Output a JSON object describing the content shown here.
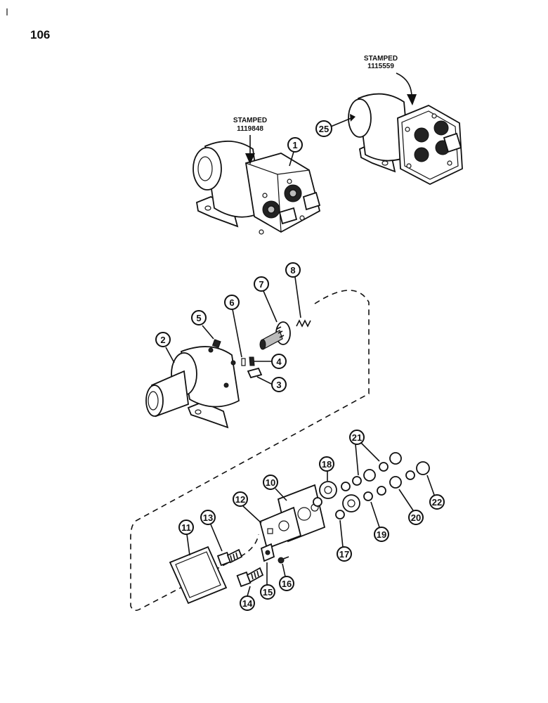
{
  "page": {
    "number": "106",
    "margin_mark": "|"
  },
  "stamps": [
    {
      "id": "stamp-1119848",
      "label": "STAMPED",
      "code": "1119848"
    },
    {
      "id": "stamp-1115559",
      "label": "STAMPED",
      "code": "1115559"
    }
  ],
  "callouts": [
    {
      "id": "1",
      "number": "1"
    },
    {
      "id": "2",
      "number": "2"
    },
    {
      "id": "3",
      "number": "3"
    },
    {
      "id": "4",
      "number": "4"
    },
    {
      "id": "5",
      "number": "5"
    },
    {
      "id": "6",
      "number": "6"
    },
    {
      "id": "7",
      "number": "7"
    },
    {
      "id": "8",
      "number": "8"
    },
    {
      "id": "10",
      "number": "10"
    },
    {
      "id": "11",
      "number": "11"
    },
    {
      "id": "12",
      "number": "12"
    },
    {
      "id": "13",
      "number": "13"
    },
    {
      "id": "14",
      "number": "14"
    },
    {
      "id": "15",
      "number": "15"
    },
    {
      "id": "16",
      "number": "16"
    },
    {
      "id": "17",
      "number": "17"
    },
    {
      "id": "18",
      "number": "18"
    },
    {
      "id": "19",
      "number": "19"
    },
    {
      "id": "20",
      "number": "20"
    },
    {
      "id": "21",
      "number": "21"
    },
    {
      "id": "22",
      "number": "22"
    },
    {
      "id": "25",
      "number": "25"
    }
  ]
}
